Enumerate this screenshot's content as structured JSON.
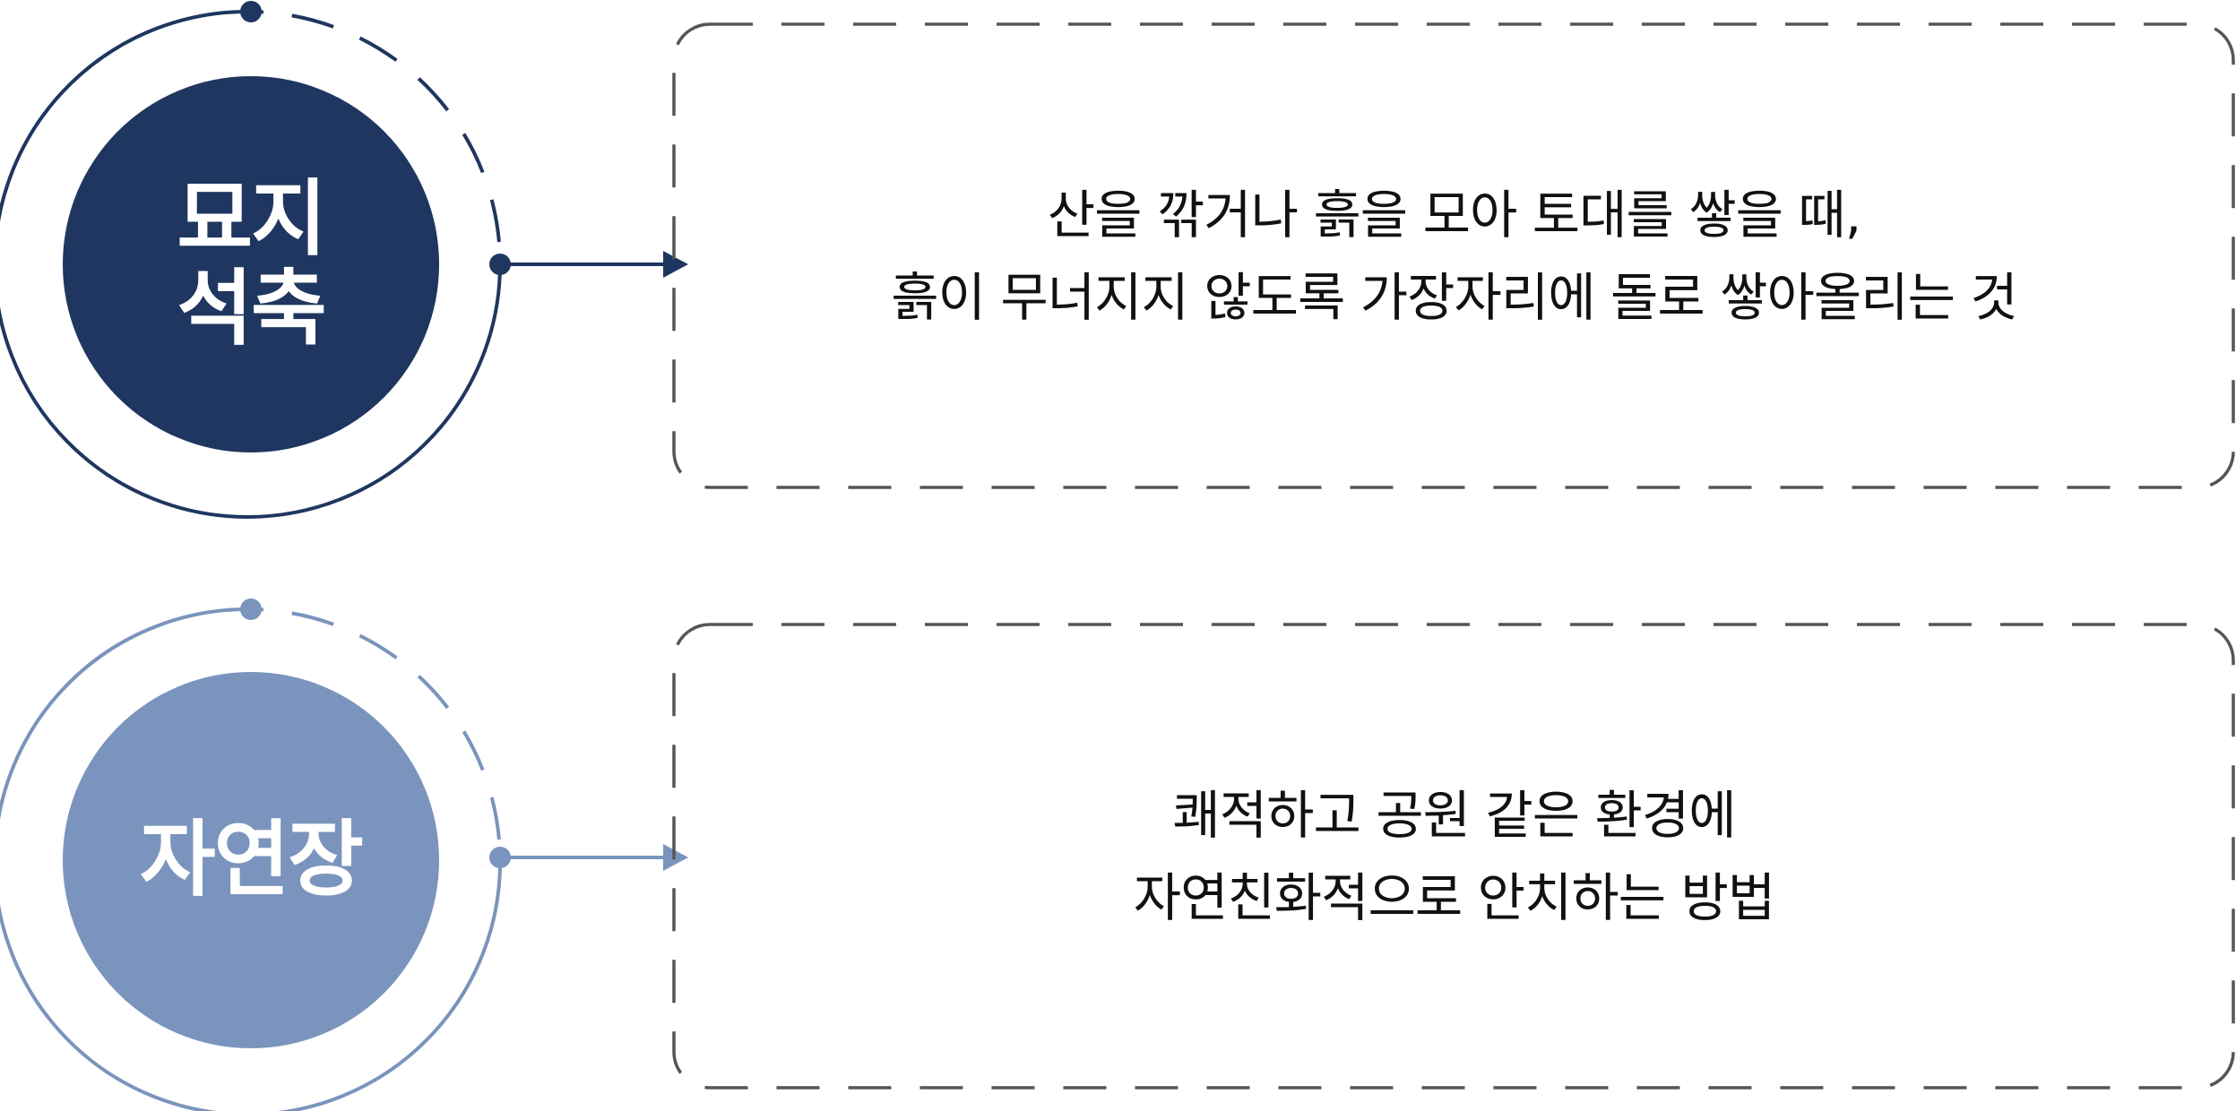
{
  "items": [
    {
      "title_lines": [
        "묘지",
        "석축"
      ],
      "description_lines": [
        "산을 깎거나 흙을 모아 토대를 쌓을 때,",
        "흙이 무너지지 않도록 가장자리에 돌로 쌓아올리는 것"
      ],
      "color": "#1f3660"
    },
    {
      "title_lines": [
        "자연장"
      ],
      "description_lines": [
        "쾌적하고 공원 같은 환경에",
        "자연친화적으로 안치하는 방법"
      ],
      "color": "#7a94bd"
    }
  ],
  "colors": {
    "dashed_border": "#555555",
    "background": "#ffffff"
  }
}
